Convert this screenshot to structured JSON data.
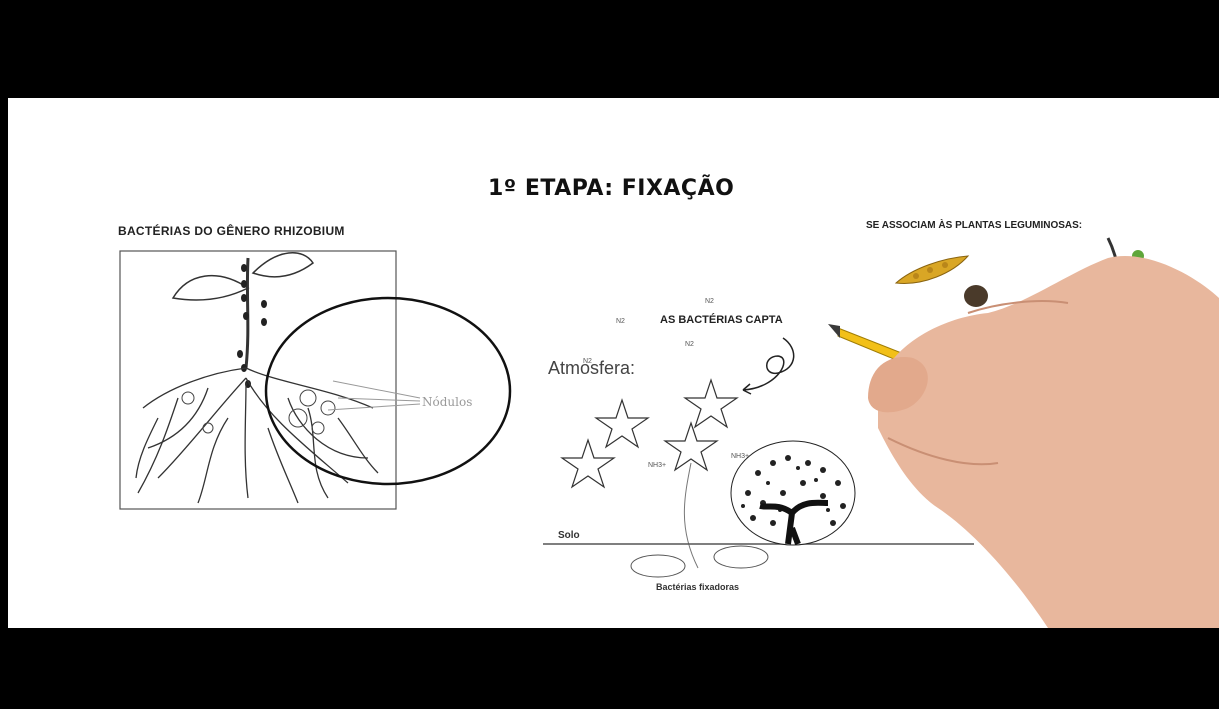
{
  "title": "1º ETAPA: FIXAÇÃO",
  "left_heading": "BACTÉRIAS DO GÊNERO RHIZOBIUM",
  "right_heading": "SE ASSOCIAM ÀS PLANTAS LEGUMINOSAS:",
  "capture_text": "AS BACTÉRIAS CAPTA",
  "atmosphere_label": "Atmosfera:",
  "nodules_label": "Nódulos",
  "soil_label": "Solo",
  "nh_labels": [
    "NH3+",
    "NH3+"
  ],
  "star_labels": [
    "N2",
    "N2",
    "N2",
    "N2"
  ],
  "fixing_bacteria_label": "Bactérias fixadoras",
  "colors": {
    "letterbox": "#000000",
    "background": "#ffffff",
    "pencil": "#f2c018",
    "skin": "#e8b79d"
  }
}
